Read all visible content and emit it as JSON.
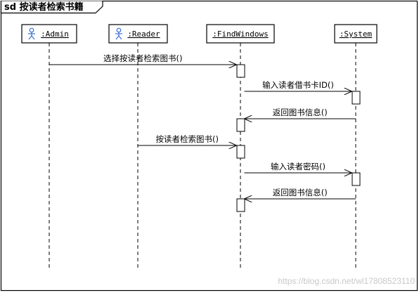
{
  "frame": {
    "title": "sd 按读者检索书籍"
  },
  "lifelines": [
    {
      "id": "admin",
      "label": ":Admin",
      "actor": true
    },
    {
      "id": "reader",
      "label": ":Reader",
      "actor": true
    },
    {
      "id": "findwindows",
      "label": ":FindWindows",
      "actor": false
    },
    {
      "id": "system",
      "label": ":System",
      "actor": false
    }
  ],
  "messages": [
    {
      "from": "admin",
      "to": "findwindows",
      "label": "选择按读者检索图书()",
      "kind": "call"
    },
    {
      "from": "findwindows",
      "to": "system",
      "label": "输入读者借书卡ID()",
      "kind": "call"
    },
    {
      "from": "system",
      "to": "findwindows",
      "label": "返回图书信息()",
      "kind": "return"
    },
    {
      "from": "reader",
      "to": "findwindows",
      "label": "按读者检索图书()",
      "kind": "call"
    },
    {
      "from": "findwindows",
      "to": "system",
      "label": "输入读者密码()",
      "kind": "call"
    },
    {
      "from": "system",
      "to": "findwindows",
      "label": "返回图书信息()",
      "kind": "return"
    }
  ],
  "watermark": "https://blog.csdn.net/wl17808523110",
  "colors": {
    "actor_icon": "#3b6fd4",
    "line": "#000000",
    "watermark": "#c8c8c8"
  }
}
